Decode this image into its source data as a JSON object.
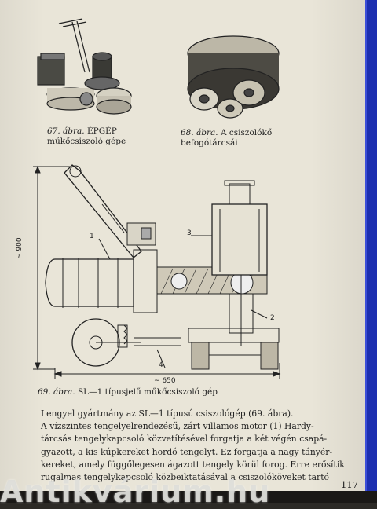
{
  "figures": {
    "fig67": {
      "number": "67. ábra.",
      "title": "ÉPGÉP",
      "subtitle": "műkőcsiszoló gépe"
    },
    "fig68": {
      "number": "68. ábra.",
      "title": "A csiszolókő",
      "subtitle": "befogótárcsái"
    },
    "fig69": {
      "number": "69. ábra.",
      "title": "SL—1 típusjelű műkőcsiszoló gép",
      "dim_height": "~ 900",
      "dim_width": "~ 650",
      "part_labels": [
        "1",
        "2",
        "3",
        "4"
      ]
    }
  },
  "body_lines": [
    "Lengyel gyártmány az SL—1 típusú csiszológép (69. ábra).",
    "A vízszintes tengelyelrendezésű, zárt villamos motor (1) Hardy-",
    "tárcsás tengelykapcsoló közvetítésével forgatja a két végén csapá-",
    "gyazott, a kis kúpkereket hordó tengelyt. Ez forgatja a nagy tányér-",
    "kereket, amely függőlegesen ágazott tengely körül forog. Erre erősítik",
    "rugalmas tengelykapcsoló közbeiktatásával a csiszolóköveket tartó"
  ],
  "page_number": "117",
  "watermark": "Antikvárium.hu"
}
